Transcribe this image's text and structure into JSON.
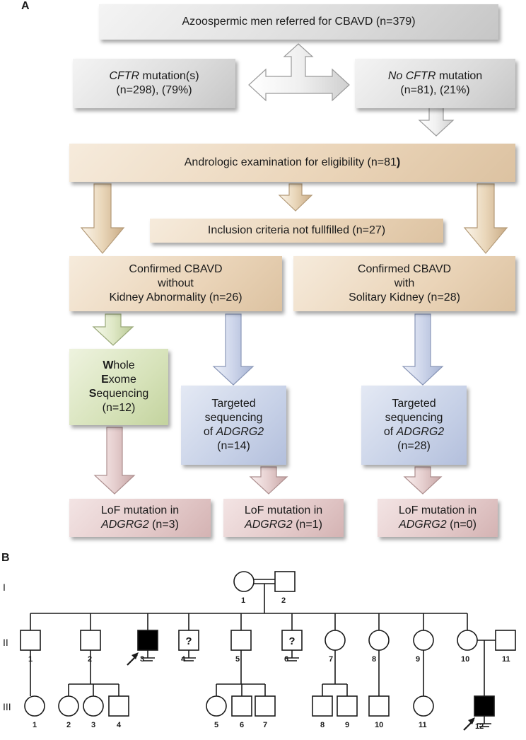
{
  "panel_a": {
    "label": "A",
    "referred": "Azoospermic men referred for CBAVD (n=379)",
    "cftr_gene": "CFTR",
    "cftr_suffix": " mutation(s)",
    "cftr_line2": "(n=298), (79%)",
    "no_cftr_prefix": "No CFTR",
    "no_cftr_suffix": " mutation",
    "no_cftr_line2": "(n=81), (21%)",
    "andrologic": "Andrologic examination for eligibility  (n=81",
    "andrologic_paren": ")",
    "inclusion": "Inclusion criteria not fullfilled (n=27)",
    "confirmed_left": [
      "Confirmed CBAVD",
      "without",
      "Kidney Abnormality (n=26)"
    ],
    "confirmed_right": [
      "Confirmed CBAVD",
      "with",
      "Solitary Kidney (n=28)"
    ],
    "wes": {
      "w_bold": "W",
      "w_rest": "hole",
      "e_bold": "E",
      "e_rest": "xome",
      "s_bold": "S",
      "s_rest": "equencing",
      "n": "(n=12)"
    },
    "targeted_mid": {
      "l1": "Targeted",
      "l2": "sequencing",
      "l3_prefix": "of ",
      "gene": "ADGRG2",
      "n": "(n=14)"
    },
    "targeted_right": {
      "l1": "Targeted",
      "l2": "sequencing",
      "l3_prefix": "of ",
      "gene": "ADGRG2",
      "n": "(n=28)"
    },
    "lof_left": {
      "l1": "LoF mutation in",
      "gene": "ADGRG2",
      "n": " (n=3)"
    },
    "lof_mid": {
      "l1": "LoF mutation in",
      "gene": "ADGRG2",
      "n": " (n=1)"
    },
    "lof_right": {
      "l1": "LoF mutation in",
      "gene": "ADGRG2",
      "n": " (n=0)"
    }
  },
  "panel_b": {
    "label": "B",
    "generations": [
      "I",
      "II",
      "III"
    ],
    "gen1_ids": [
      "1",
      "2"
    ],
    "gen2_ids": [
      "1",
      "2",
      "3",
      "4",
      "5",
      "6",
      "7",
      "8",
      "9",
      "10",
      "11"
    ],
    "gen3_ids": [
      "1",
      "2",
      "3",
      "4",
      "5",
      "6",
      "7",
      "8",
      "9",
      "10",
      "11",
      "12"
    ],
    "unknown_mark": "?",
    "colors": {
      "affected": "#000000",
      "line": "#1a1a1a"
    }
  }
}
